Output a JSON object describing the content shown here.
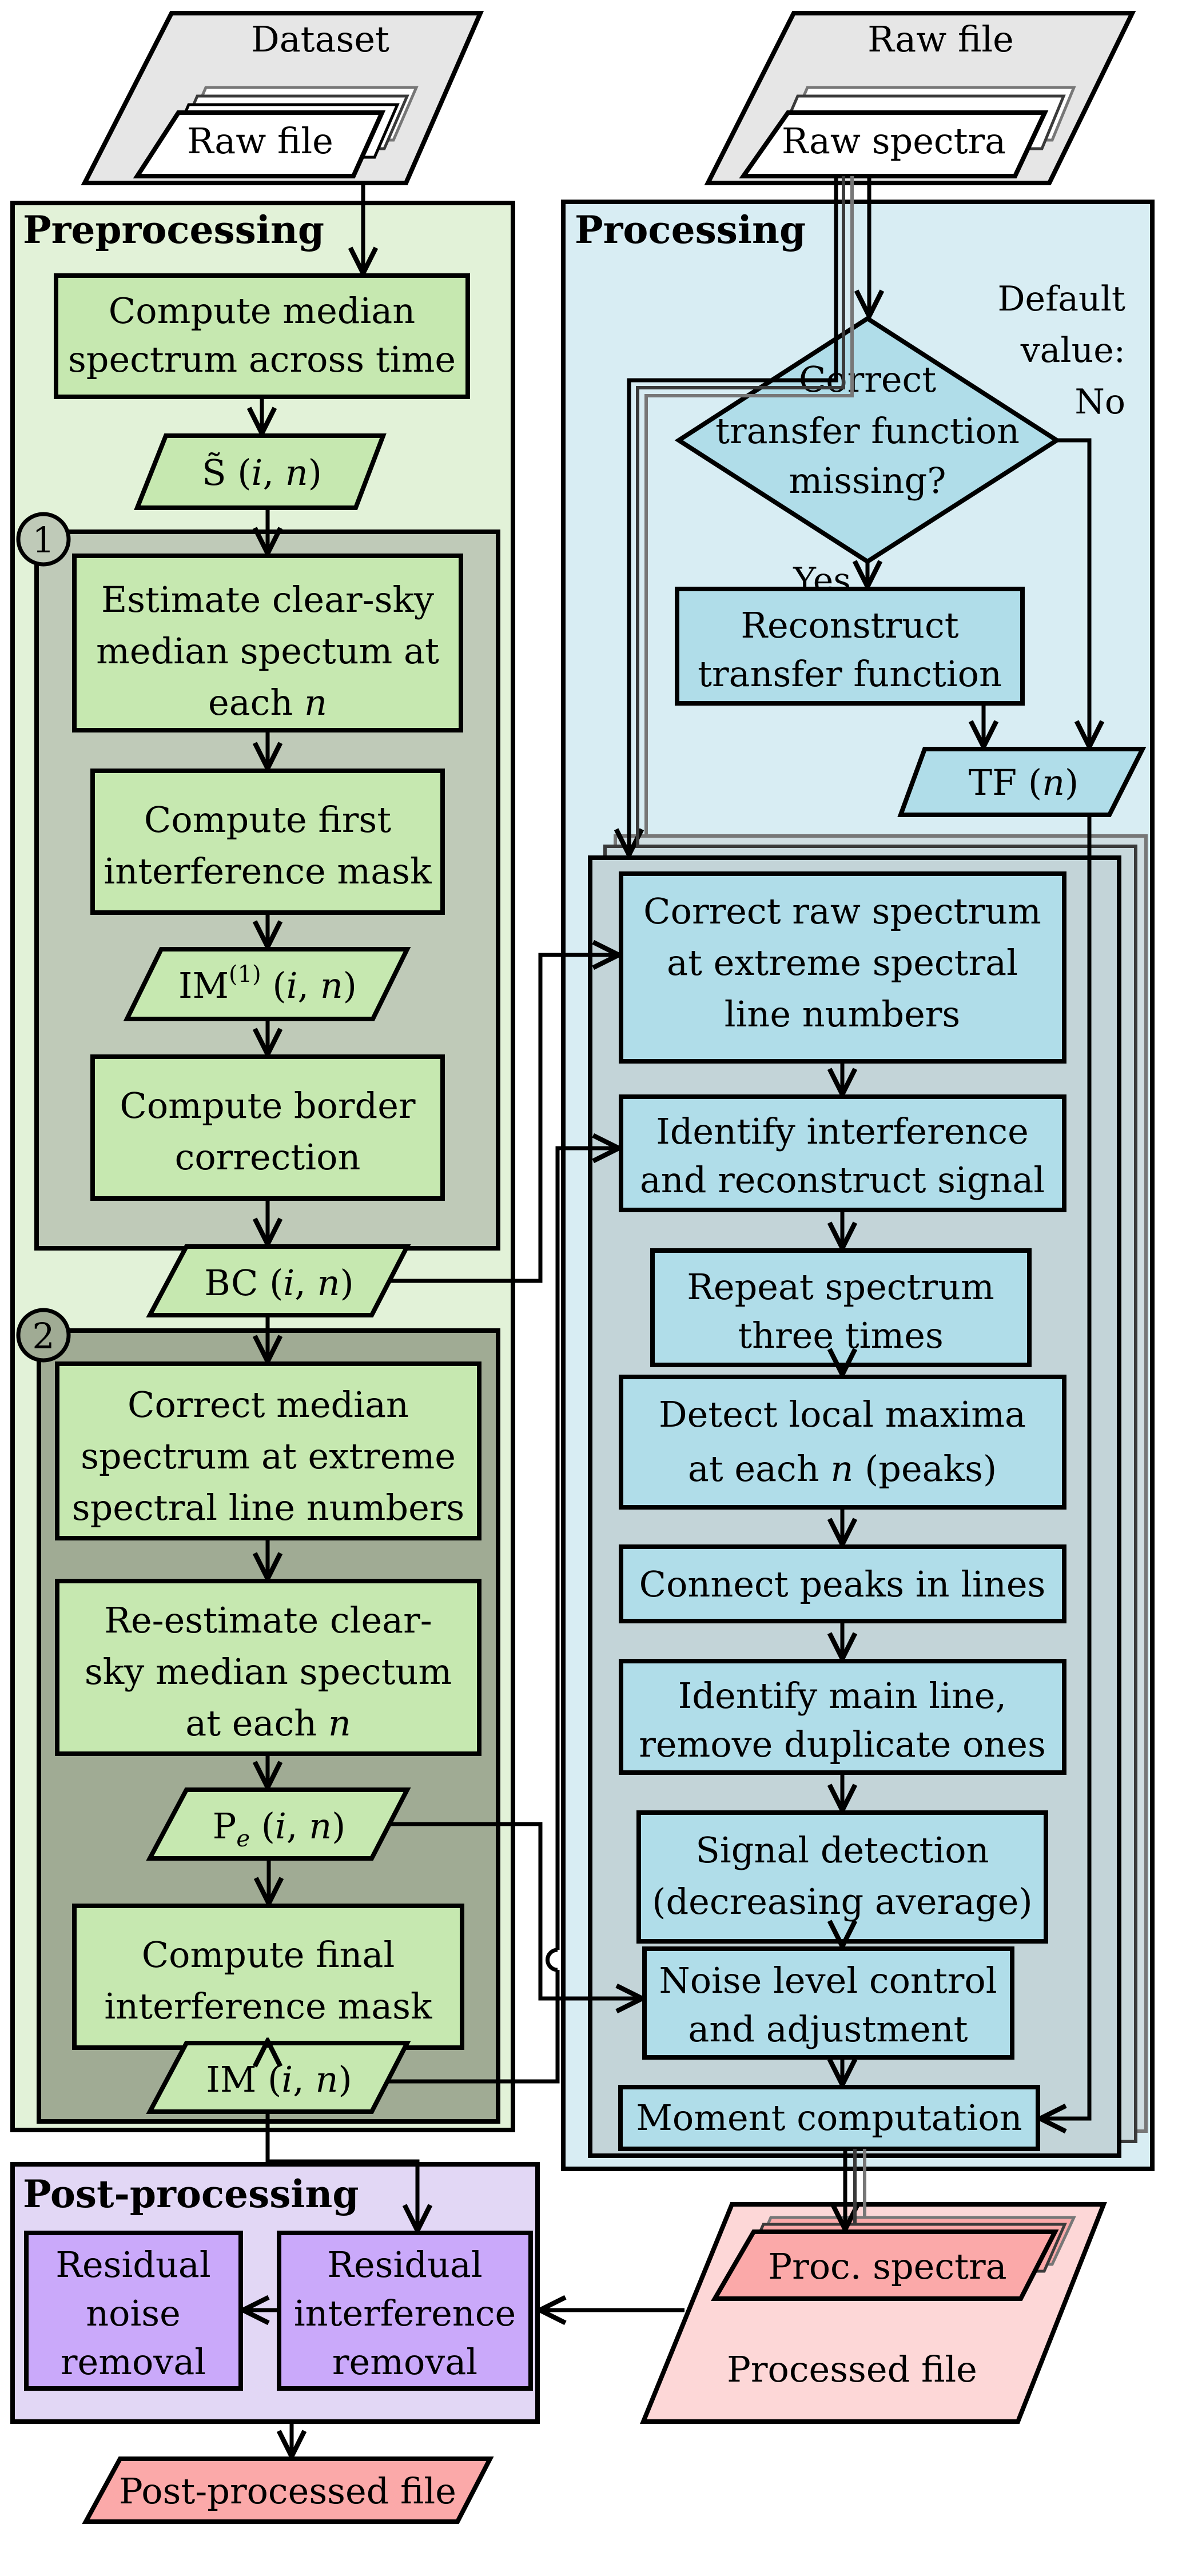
{
  "colors": {
    "preproc_bg": "#e2f2d8",
    "preproc_node": "#c6e8b0",
    "stage1_bg": "#bfcab8",
    "stage2_bg": "#a0ab94",
    "proc_bg": "#d8edf3",
    "proc_inner_bg": "#c3d4d8",
    "proc_node": "#b0dde9",
    "post_bg": "#e2d7f5",
    "post_node": "#caa9fa",
    "file_grey": "#e6e6e6",
    "output_file": "#fdd7d7",
    "output_inner": "#fba9a9"
  },
  "inputs": {
    "dataset": {
      "title": "Dataset",
      "inner": "Raw file"
    },
    "rawfile": {
      "title": "Raw file",
      "inner": "Raw spectra"
    }
  },
  "preprocessing": {
    "title": "Preprocessing",
    "compute_median": [
      "Compute median",
      "spectrum across time"
    ],
    "s_tilde": {
      "sym": "S̃",
      "args_pre": " (",
      "i": "i",
      "comma": ", ",
      "n": "n",
      "args_post": ")"
    },
    "stage1": {
      "badge": "1",
      "estimate": [
        "Estimate clear-sky",
        "median spectum at",
        "each "
      ],
      "estimate_n": "n",
      "first_mask": [
        "Compute first",
        "interference mask"
      ],
      "im1": {
        "sym": "IM",
        "sup": "(1)",
        "pre": " (",
        "i": "i",
        "comma": ", ",
        "n": "n",
        "post": ")"
      },
      "border": [
        "Compute border",
        "correction"
      ],
      "bc": {
        "sym": "BC",
        "pre": " (",
        "i": "i",
        "comma": ", ",
        "n": "n",
        "post": ")"
      }
    },
    "stage2": {
      "badge": "2",
      "correct_median": [
        "Correct median",
        "spectrum at extreme",
        "spectral line numbers"
      ],
      "reestimate": [
        "Re-estimate clear-",
        "sky median spectum",
        "at each "
      ],
      "reestimate_n": "n",
      "pe": {
        "sym": "P",
        "sub": "e",
        "pre": " (",
        "i": "i",
        "comma": ", ",
        "n": "n",
        "post": ")"
      },
      "final_mask": [
        "Compute final",
        "interference mask"
      ],
      "im": {
        "sym": "IM",
        "pre": " (",
        "i": "i",
        "comma": ", ",
        "n": "n",
        "post": ")"
      }
    }
  },
  "processing": {
    "title": "Processing",
    "default_note": [
      "Default",
      "value:",
      "No"
    ],
    "decision": [
      "Correct",
      "transfer function",
      "missing?"
    ],
    "yes_label": "Yes",
    "reconstruct": [
      "Reconstruct",
      "transfer function"
    ],
    "tf": {
      "sym": "TF",
      "pre": " (",
      "n": "n",
      "post": ")"
    },
    "steps": {
      "correct_raw": [
        "Correct raw spectrum",
        "at extreme spectral",
        "line numbers"
      ],
      "identify_interf": [
        "Identify interference",
        "and reconstruct signal"
      ],
      "repeat": [
        "Repeat spectrum",
        "three times"
      ],
      "detect": [
        "Detect local maxima",
        "at each ",
        " (peaks)"
      ],
      "detect_n": "n",
      "connect": [
        "Connect peaks in lines"
      ],
      "identify_main": [
        "Identify main line,",
        "remove duplicate ones"
      ],
      "signal": [
        "Signal detection",
        "(decreasing average)"
      ],
      "noise": [
        "Noise level control",
        "and adjustment"
      ],
      "moment": [
        "Moment computation"
      ]
    }
  },
  "outputs": {
    "processed": {
      "inner": "Proc. spectra",
      "title": "Processed file"
    },
    "postprocessed": "Post-processed file"
  },
  "postprocessing": {
    "title": "Post-processing",
    "residual_noise": [
      "Residual",
      "noise",
      "removal"
    ],
    "residual_interf": [
      "Residual",
      "interference",
      "removal"
    ]
  }
}
